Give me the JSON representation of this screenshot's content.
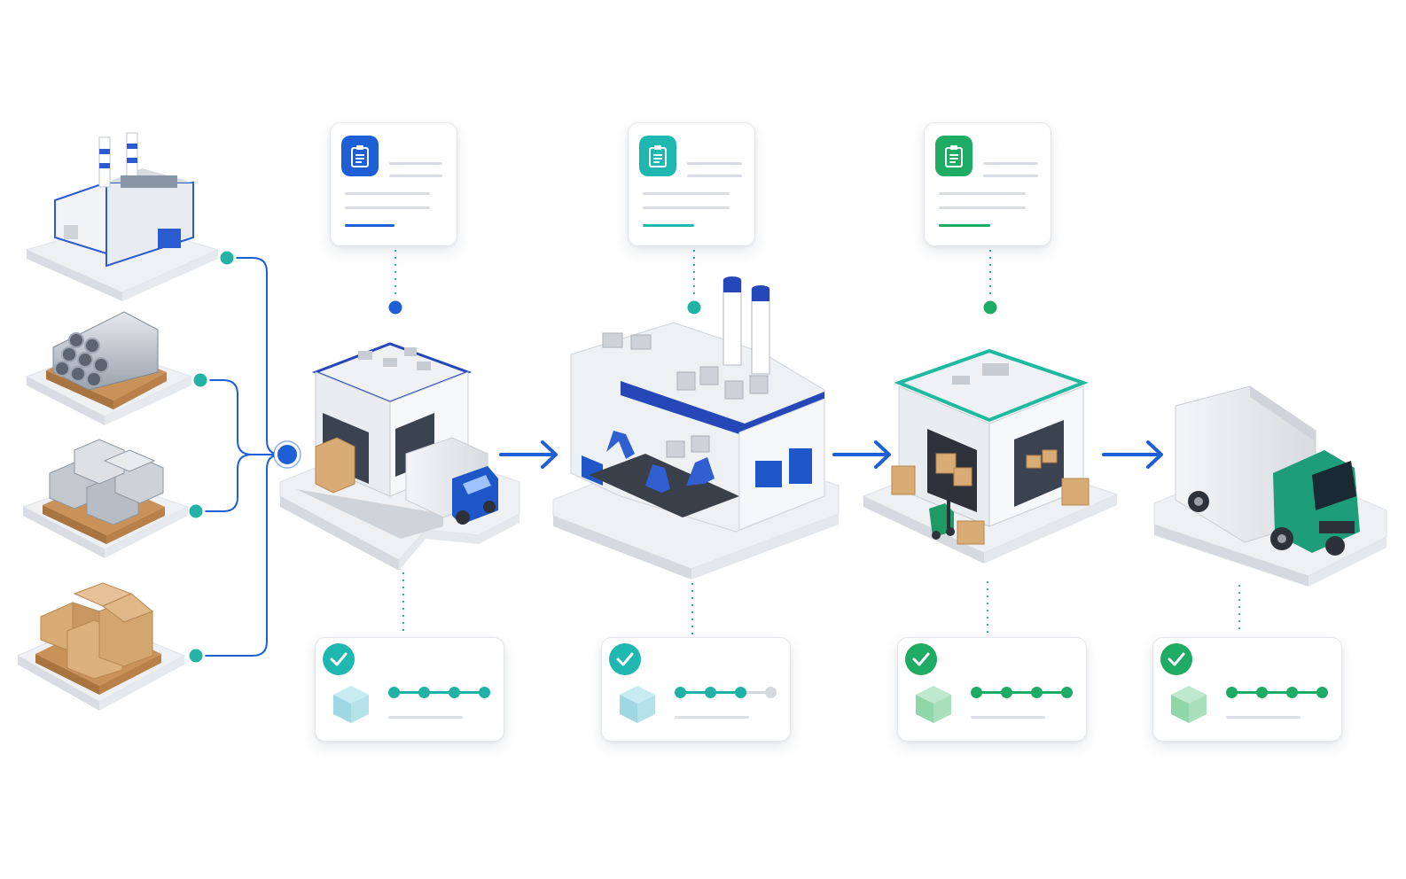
{
  "colors": {
    "blue": "#1f5fd6",
    "blue_dark": "#2247b8",
    "teal": "#1fb8b0",
    "teal_dot": "#20b2a6",
    "green": "#1eab63",
    "truck_green": "#1d9d79",
    "gray_card": "#d9dde3",
    "platform": "#f1f3f6",
    "wood": "#c9925a",
    "carton": "#d9ac76"
  },
  "icons": {
    "document": "clipboard-icon",
    "status": "checkmark-icon",
    "package": "package-icon"
  },
  "sources": [
    {
      "name": "supplier-factory",
      "icon": "factory-icon"
    },
    {
      "name": "steel-pipes",
      "icon": "pipes-icon"
    },
    {
      "name": "metal-ingots",
      "icon": "ingots-icon"
    },
    {
      "name": "cardboard-boxes",
      "icon": "boxes-icon"
    }
  ],
  "stages": [
    {
      "name": "receiving-warehouse",
      "icon": "warehouse-icon",
      "doc_color": "#1f5fd6",
      "check_color": "#1fb8b0",
      "progress_filled": 4,
      "progress_total": 4,
      "progress_color": "#20b2a6",
      "cube_color": "#9fd8e2"
    },
    {
      "name": "manufacturing-plant",
      "icon": "factory-icon",
      "doc_color": "#1fb8b0",
      "check_color": "#1fb8b0",
      "progress_filled": 3,
      "progress_total": 4,
      "progress_color": "#20b2a6",
      "cube_color": "#9fd8e2"
    },
    {
      "name": "distribution-warehouse",
      "icon": "warehouse-icon",
      "doc_color": "#1eab63",
      "check_color": "#1eab63",
      "progress_filled": 4,
      "progress_total": 4,
      "progress_color": "#1eab63",
      "cube_color": "#8fd6a9"
    },
    {
      "name": "delivery-truck",
      "icon": "truck-icon",
      "doc_color": null,
      "check_color": "#1eab63",
      "progress_filled": 4,
      "progress_total": 4,
      "progress_color": "#1eab63",
      "cube_color": "#8fd6a9"
    }
  ]
}
